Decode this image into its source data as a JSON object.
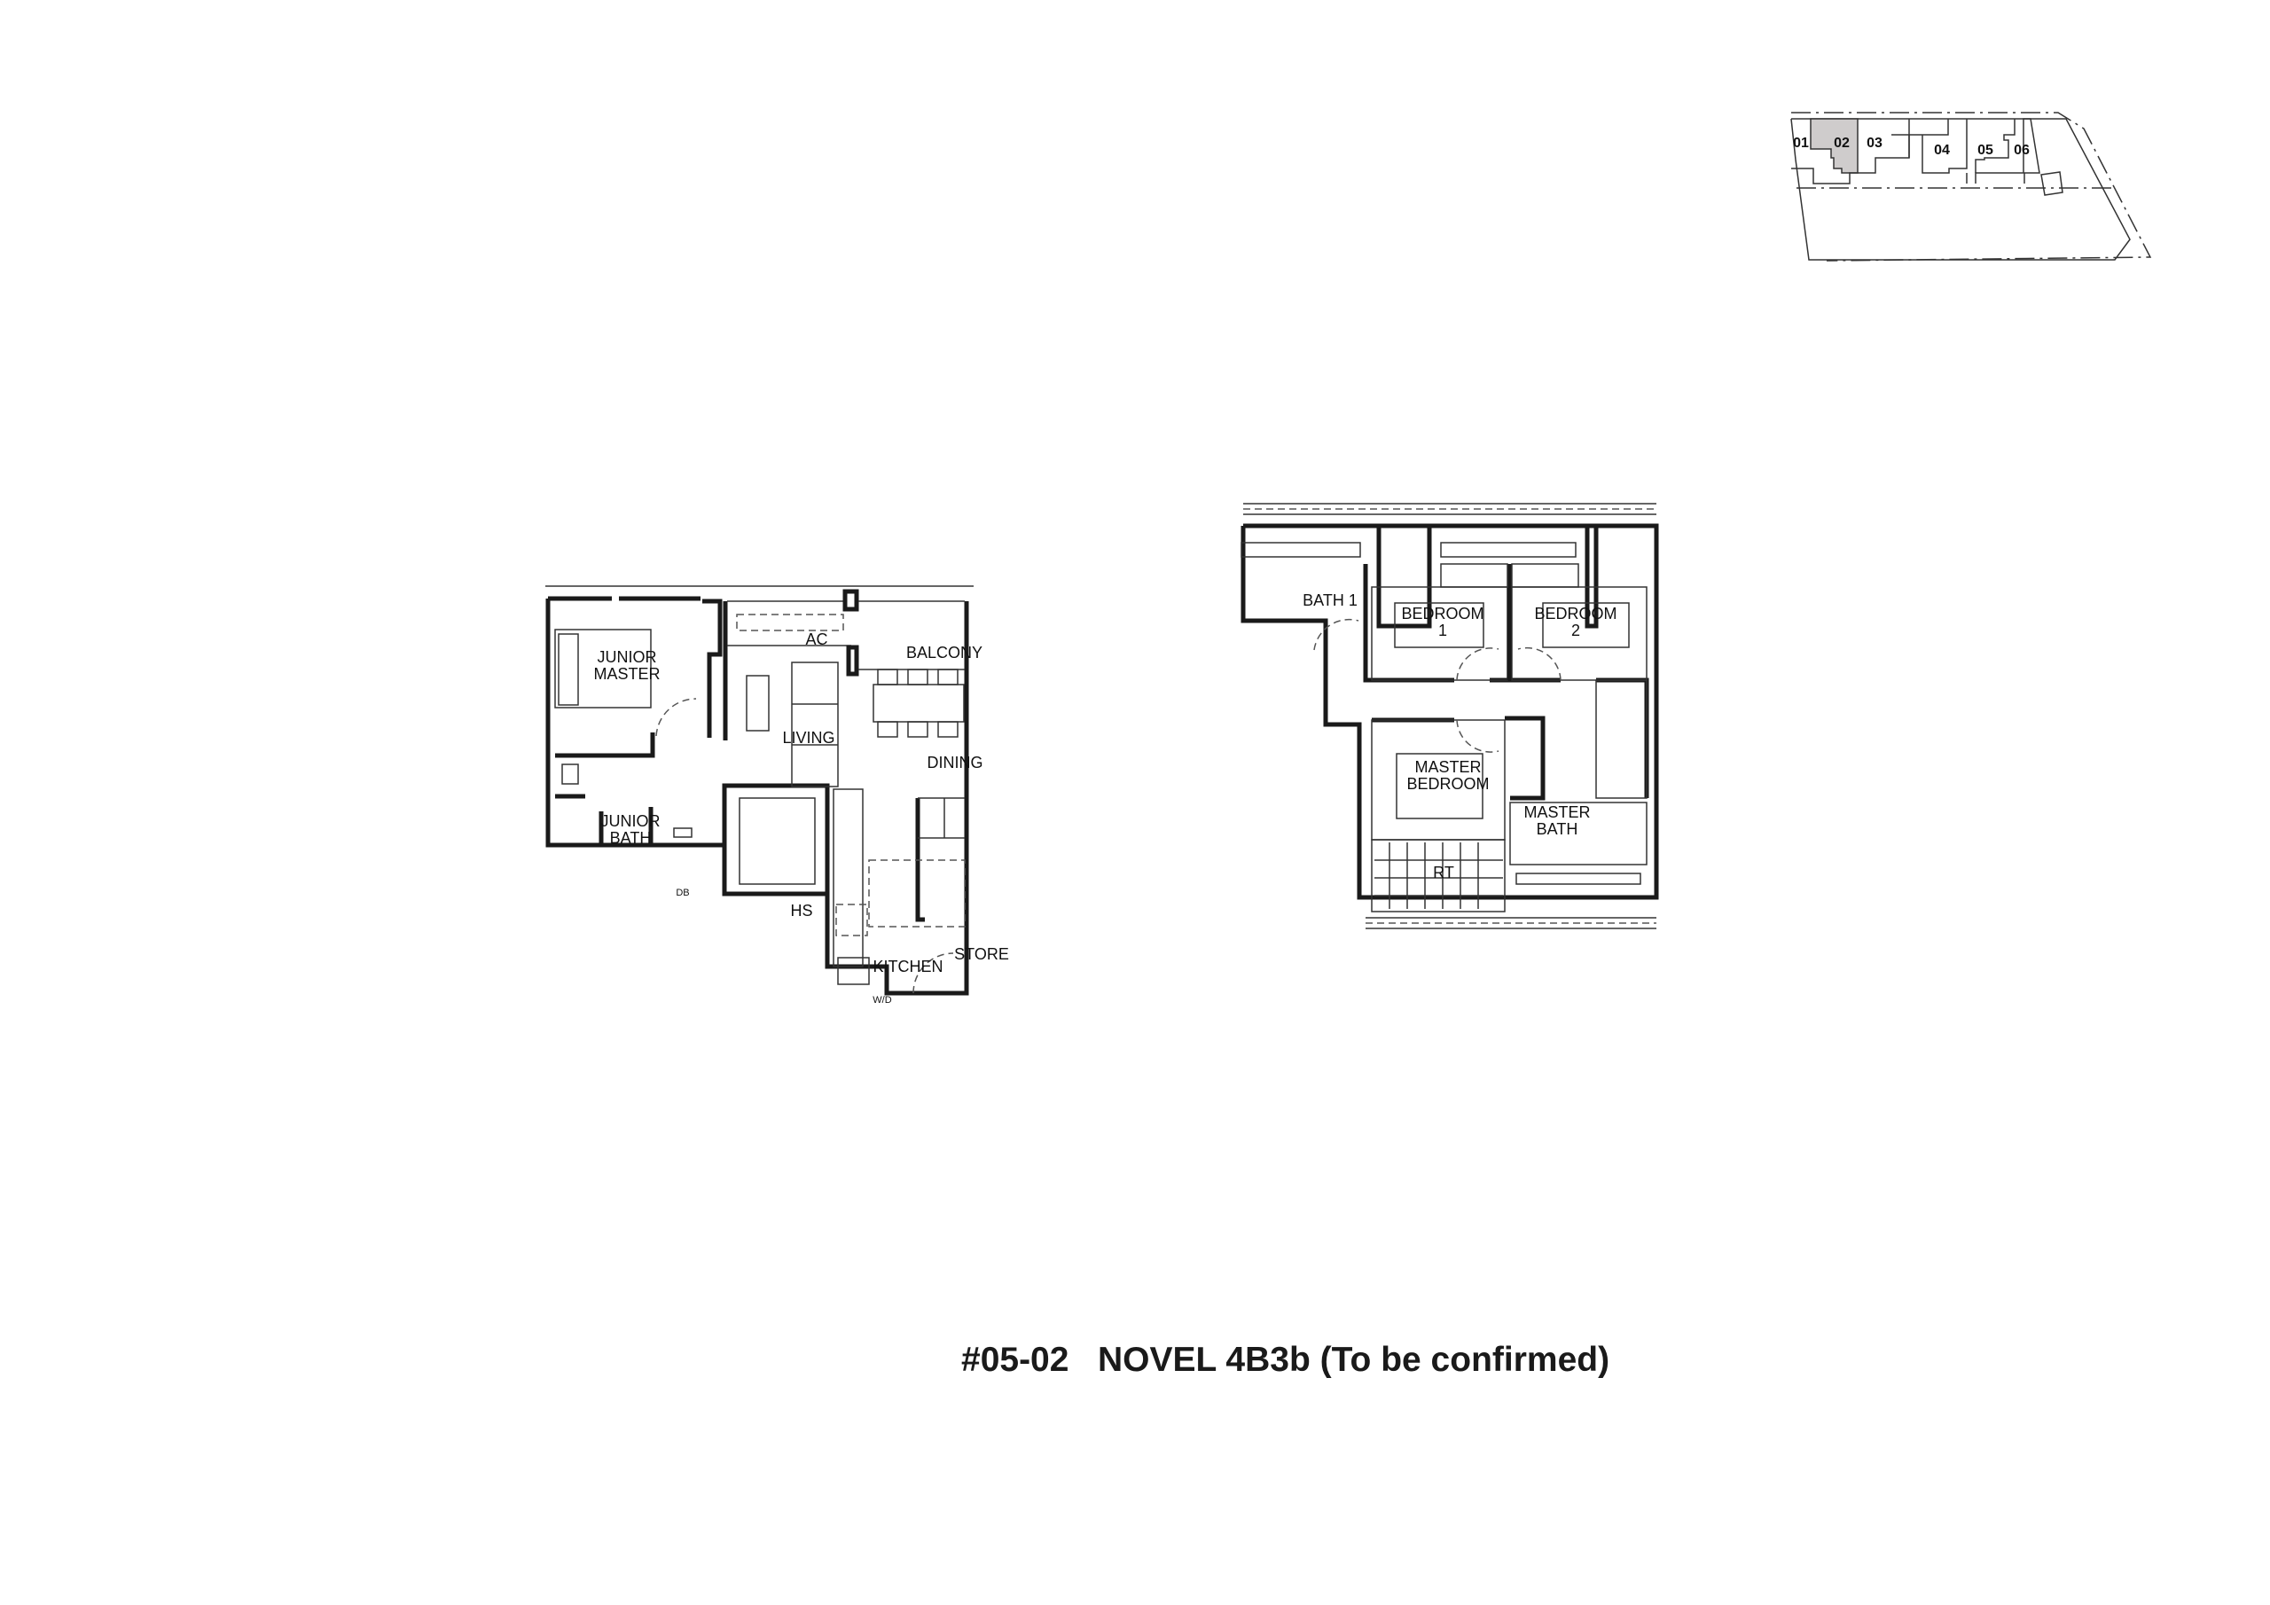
{
  "title": {
    "unit": "#05-02",
    "type": "NOVEL 4B3b (To be confirmed)"
  },
  "key_plan": {
    "units": [
      "01",
      "02",
      "03",
      "04",
      "05",
      "06"
    ],
    "selected_unit": "02",
    "highlight_color": "#cfcccc"
  },
  "lower_floor": {
    "rooms": {
      "junior_master": [
        "JUNIOR",
        "MASTER"
      ],
      "ac": "AC",
      "balcony": "BALCONY",
      "living": "LIVING",
      "dining": "DINING",
      "junior_bath": [
        "JUNIOR",
        "BATH"
      ],
      "hs": "HS",
      "kitchen": "KITCHEN",
      "store": "STORE",
      "wd": "W/D",
      "db": "DB"
    }
  },
  "upper_floor": {
    "rooms": {
      "bath1": "BATH 1",
      "bedroom1": [
        "BEDROOM",
        "1"
      ],
      "bedroom2": [
        "BEDROOM",
        "2"
      ],
      "master_bedroom": [
        "MASTER",
        "BEDROOM"
      ],
      "master_bath": [
        "MASTER",
        "BATH"
      ],
      "rt": "RT"
    }
  }
}
